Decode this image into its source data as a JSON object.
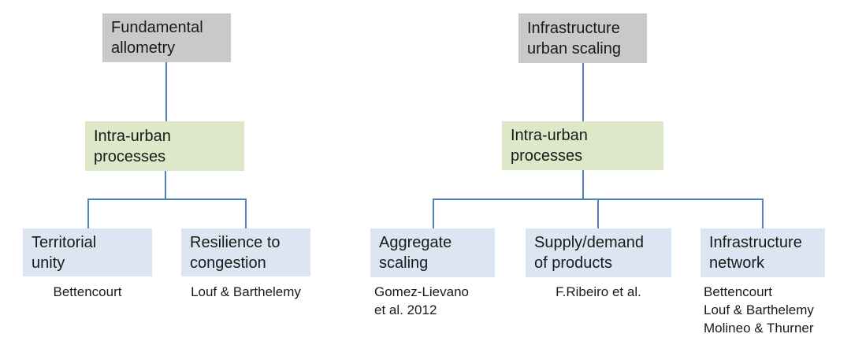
{
  "diagram": {
    "background": "#ffffff",
    "colors": {
      "background": "#ffffff",
      "root_fill": "#c9c9c9",
      "mid_fill": "#dde8c9",
      "leaf_fill": "#dce6f2",
      "connector": "#4f81bd",
      "text": "#1a1a1a"
    },
    "trees": [
      {
        "name": "fundamental-allometry-tree",
        "root": {
          "label": "Fundamental\nallometry"
        },
        "mid": {
          "label": "Intra-urban\nprocesses"
        },
        "leaves": [
          {
            "label": "Territorial\nunity",
            "citation": "Bettencourt"
          },
          {
            "label": "Resilience to\ncongestion",
            "citation": "Louf & Barthelemy"
          }
        ]
      },
      {
        "name": "infrastructure-urban-scaling-tree",
        "root": {
          "label": "Infrastructure\nurban scaling"
        },
        "mid": {
          "label": "Intra-urban\nprocesses"
        },
        "leaves": [
          {
            "label": "Aggregate\nscaling",
            "citation": "Gomez-Lievano\net al. 2012"
          },
          {
            "label": "Supply/demand\nof products",
            "citation": "F.Ribeiro et al."
          },
          {
            "label": "Infrastructure\nnetwork",
            "citation": "Bettencourt\nLouf & Barthelemy\nMolineo & Thurner"
          }
        ]
      }
    ]
  }
}
